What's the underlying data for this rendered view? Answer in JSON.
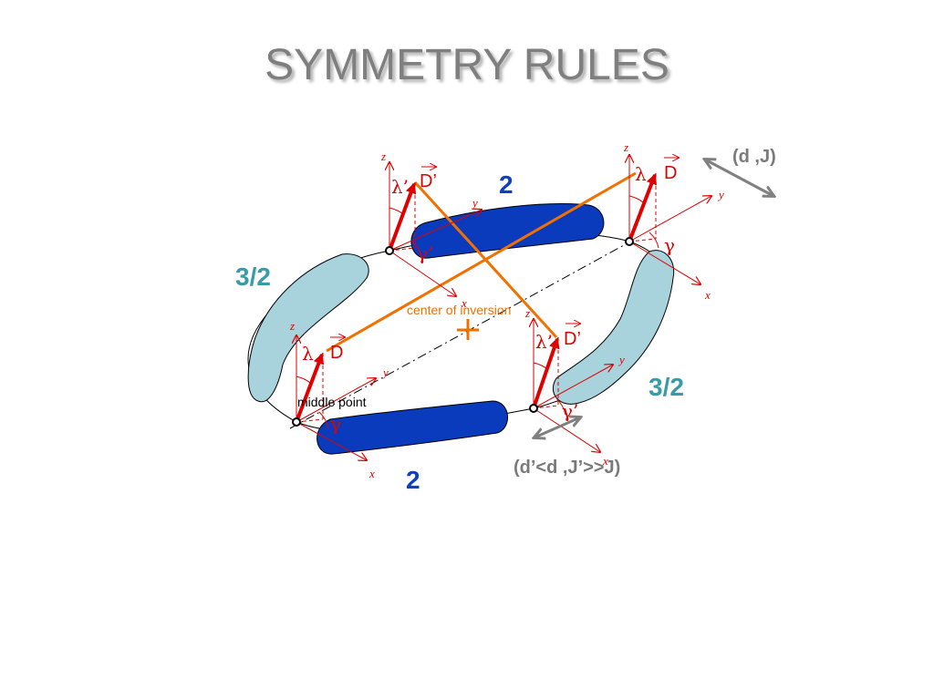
{
  "title": "SYMMETRY RULES",
  "labels": {
    "center_of_inversion": "center of inversion",
    "middle_point": "middle point",
    "spin_top": "2",
    "spin_bottom": "2",
    "spin_left": "3/2",
    "spin_right": "3/2",
    "param_top": "(d ,J)",
    "param_bottom": "(d’<d ,J’>>J)"
  },
  "sites": {
    "top_left": {
      "z": "z",
      "y": "y",
      "x": "x",
      "vector": "D’",
      "lambda": "λ’",
      "gamma": "γ’"
    },
    "top_right": {
      "z": "z",
      "y": "y",
      "x": "x",
      "vector": "D",
      "lambda": "λ",
      "gamma": "γ"
    },
    "bottom_left": {
      "z": "z",
      "y": "y",
      "x": "x",
      "vector": "D",
      "lambda": "λ",
      "gamma": "γ"
    },
    "bottom_right": {
      "z": "z",
      "y": "y",
      "x": "x",
      "vector": "D’",
      "lambda": "λ’",
      "gamma": "γ’"
    }
  },
  "colors": {
    "dark_blue": "#0a3bbd",
    "light_blue": "#a9d3dc",
    "red": "#e00000",
    "orange": "#f07000",
    "gray": "#808080"
  }
}
